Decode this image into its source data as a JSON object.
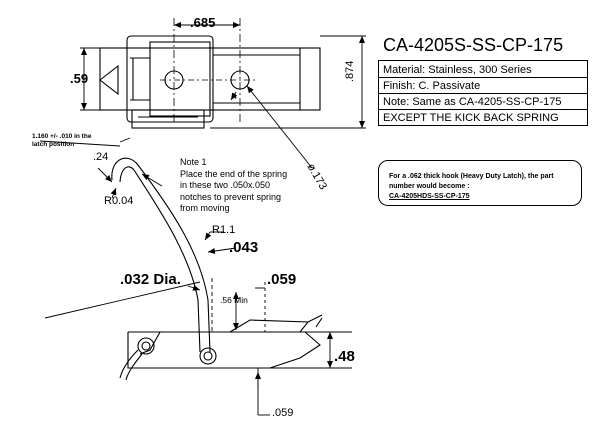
{
  "part_number": "CA-4205S-SS-CP-175",
  "spec_box": {
    "material": "Material: Stainless, 300 Series",
    "finish": "Finish: C. Passivate",
    "note": "Note: Same as CA-4205-SS-CP-175",
    "exception": "EXCEPT THE KICK BACK SPRING"
  },
  "heavy_duty_note": {
    "line1": "For a .062 thick hook (Heavy Duty Latch), the part",
    "line2": "number would become :",
    "line3": "CA-4205HDS-SS-CP-175"
  },
  "note1": {
    "title": "Note 1",
    "line1": "Place the end of the spring",
    "line2": "in these two .050x.050",
    "line3": "notches to prevent spring",
    "line4": "from moving"
  },
  "dimensions": {
    "top_width": ".685",
    "top_height_left": ".59",
    "top_height_right": ".874",
    "top_small": "4",
    "hole_dia": "ø.173",
    "latch_position_1": "1.160 +/- .010 in the",
    "latch_position_2": "latch position",
    "hook_tip": ".24",
    "tip_radius": "R0.04",
    "spring_radius": "R1.1",
    "spring_thickness": ".043",
    "wire_dia": ".032 Dia.",
    "hook_thickness": ".059",
    "min_gap": ".56 Min",
    "base_height": ".48",
    "base_thickness": ".059"
  }
}
